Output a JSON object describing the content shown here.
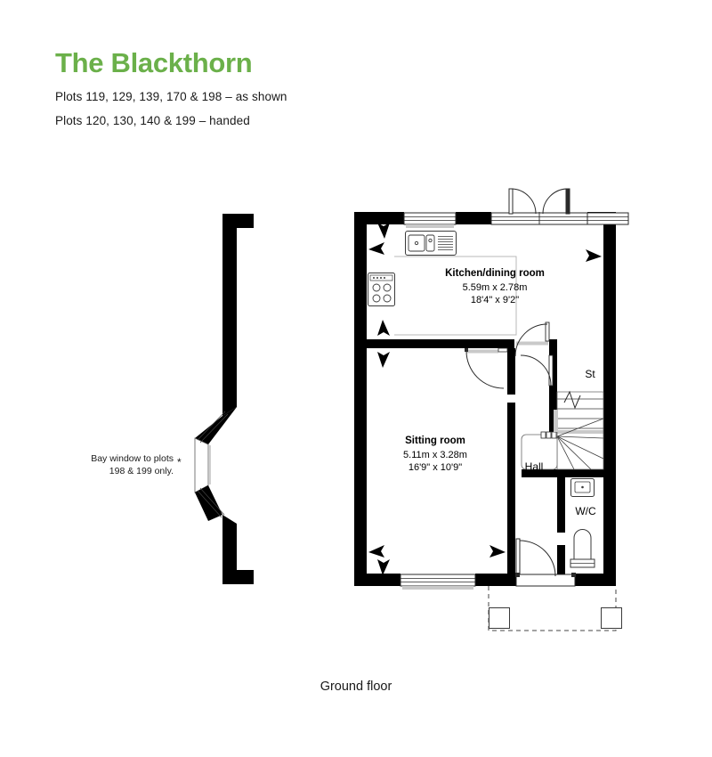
{
  "header": {
    "title": "The Blackthorn",
    "subtitle_1": "Plots 119, 129, 139, 170 & 198 – as shown",
    "subtitle_2": "Plots 120, 130, 140 & 199 – handed"
  },
  "floor_caption": "Ground floor",
  "notes": {
    "bay_window_line1": "Bay window to plots",
    "bay_window_line2": "198 & 199 only.",
    "bay_window_marker": "*"
  },
  "rooms": [
    {
      "key": "kitchen",
      "name": "Kitchen/dining room",
      "dim_metric": "5.59m x 2.78m",
      "dim_imperial": "18'4\" x 9'2\""
    },
    {
      "key": "sitting",
      "name": "Sitting room",
      "dim_metric": "5.11m x 3.28m",
      "dim_imperial": "16'9\" x 10'9\""
    },
    {
      "key": "store",
      "name": "St"
    },
    {
      "key": "hall",
      "name": "Hall"
    },
    {
      "key": "wc",
      "name": "W/C"
    }
  ],
  "colors": {
    "brand_green": "#6bb04a",
    "wall": "#000000",
    "text": "#1a1a1a",
    "fixture_stroke": "#3a3a3a",
    "shadow": "#c9c9c9"
  },
  "fixtures": [
    {
      "name": "kitchen-sink"
    },
    {
      "name": "kitchen-hob"
    },
    {
      "name": "wc-basin"
    },
    {
      "name": "wc-toilet"
    },
    {
      "name": "staircase"
    }
  ],
  "openings": [
    {
      "name": "french-doors-rear"
    },
    {
      "name": "kitchen-window"
    },
    {
      "name": "kitchen-window-right"
    },
    {
      "name": "sitting-room-window"
    },
    {
      "name": "front-entrance-door"
    },
    {
      "name": "hall-to-sitting-door"
    },
    {
      "name": "hall-to-kitchen-door"
    },
    {
      "name": "store-door"
    },
    {
      "name": "wc-door"
    }
  ]
}
